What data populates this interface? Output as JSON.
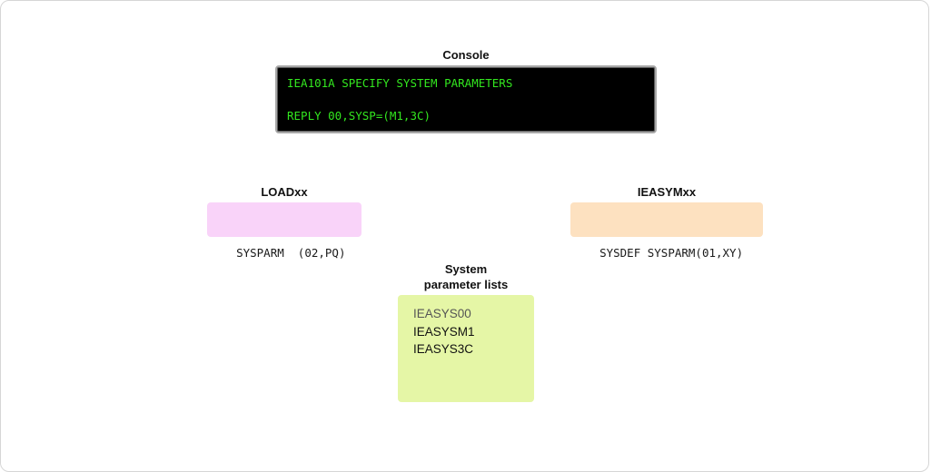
{
  "console": {
    "title": "Console",
    "lines": [
      "IEA101A SPECIFY SYSTEM PARAMETERS",
      "REPLY 00,SYSP=(M1,3C)"
    ]
  },
  "loadxx": {
    "title": "LOADxx",
    "content": "SYSPARM  (02,PQ)"
  },
  "ieasymxx": {
    "title": "IEASYMxx",
    "content": "SYSDEF SYSPARM(01,XY)"
  },
  "system_lists": {
    "title_line1": "System",
    "title_line2": "parameter lists",
    "items": [
      "IEASYS00",
      "IEASYSM1",
      "IEASYS3C"
    ]
  }
}
